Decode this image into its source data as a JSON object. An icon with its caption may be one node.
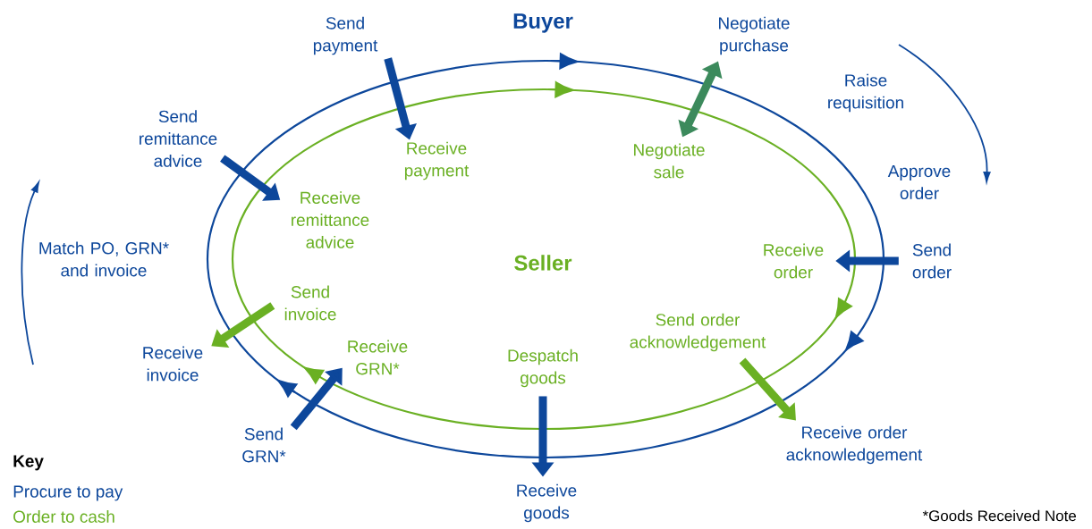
{
  "diagram": {
    "nodes": [
      {
        "text": [
          "Send payment"
        ]
      },
      {
        "text": [
          "Negotiate purchase"
        ]
      },
      {
        "text": [
          "Send remittance advice"
        ]
      },
      {
        "text": [
          "Receive payment"
        ]
      },
      {
        "text": [
          "Negotiate sale"
        ]
      },
      {
        "text": [
          "Receive remittance advice"
        ]
      },
      {
        "text": [
          "Receive order"
        ]
      },
      {
        "text": [
          "Send order"
        ]
      },
      {
        "text": [
          "Send invoice"
        ]
      },
      {
        "text": [
          "Send order acknowledgement"
        ]
      },
      {
        "text": [
          "Receive invoice"
        ]
      },
      {
        "text": [
          "Receive GRN*"
        ]
      },
      {
        "text": [
          "Despatch goods"
        ]
      },
      {
        "text": [
          "Send GRN*"
        ]
      },
      {
        "text": [
          "Receive order acknowledgement"
        ]
      },
      {
        "text": [
          "Receive goods"
        ]
      }
    ],
    "edges": [
      {
        "from": 0,
        "to": 3,
        "arrow": "to"
      },
      {
        "from": 4,
        "to": 1,
        "arrow": "both",
        "color": "#3c8a5c"
      },
      {
        "from": 2,
        "to": 5,
        "arrow": "to"
      },
      {
        "from": 7,
        "to": 6,
        "arrow": "to"
      },
      {
        "from": 8,
        "to": 10,
        "arrow": "to",
        "color": "#6ab023"
      },
      {
        "from": 9,
        "to": 14,
        "arrow": "to",
        "color": "#6ab023"
      },
      {
        "from": 12,
        "to": 15,
        "arrow": "to"
      },
      {
        "from": 13,
        "to": 11,
        "arrow": "to"
      }
    ],
    "labels": [
      "Buyer",
      "Raise requisition",
      "Approve order",
      "Match PO, GRN* and invoice",
      "Seller",
      "Key",
      "*Goods Received Note"
    ],
    "legend": [
      {
        "text": "Procure to pay",
        "color": "#0d479b"
      },
      {
        "text": "Order to cash",
        "color": "#6ab023"
      }
    ]
  }
}
